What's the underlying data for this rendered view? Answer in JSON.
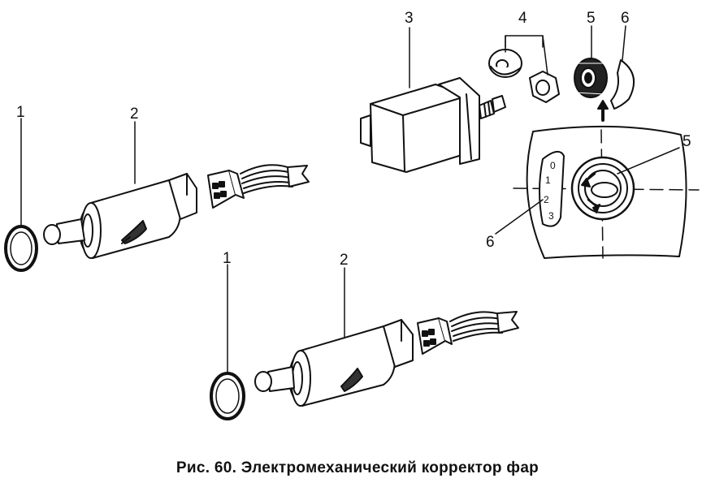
{
  "labels": {
    "l1_a": "1",
    "l2_a": "2",
    "l1_b": "1",
    "l2_b": "2",
    "l3": "3",
    "l4": "4",
    "l5_top": "5",
    "l6_top": "6",
    "l5_inset": "5",
    "l6_inset": "6"
  },
  "dial": {
    "d0": "0",
    "d1": "1",
    "d2": "2",
    "d3": "3"
  },
  "caption": "Рис. 60. Электромеханический корректор фар"
}
